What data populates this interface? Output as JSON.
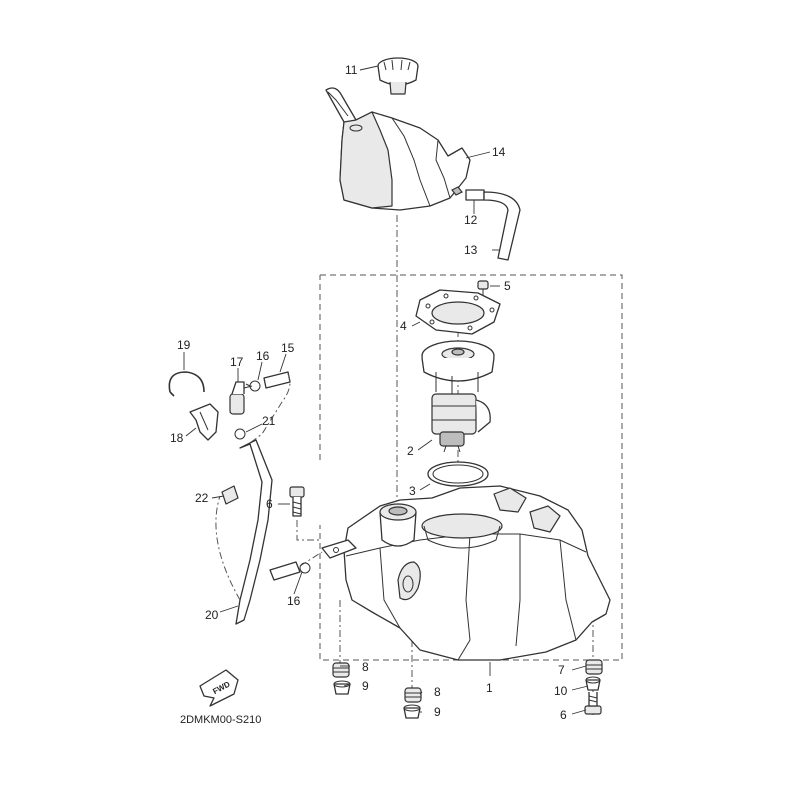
{
  "diagram": {
    "callouts": {
      "c1": "1",
      "c2": "2",
      "c3": "3",
      "c4": "4",
      "c5": "5",
      "c6a": "6",
      "c6b": "6",
      "c7": "7",
      "c8a": "8",
      "c8b": "8",
      "c9a": "9",
      "c9b": "9",
      "c10": "10",
      "c11": "11",
      "c12": "12",
      "c13": "13",
      "c14": "14",
      "c15": "15",
      "c16a": "16",
      "c16b": "16",
      "c17": "17",
      "c18": "18",
      "c19": "19",
      "c20": "20",
      "c21": "21",
      "c22": "22"
    },
    "fwd_label": "FWD",
    "drawing_code": "2DMKM00-S210"
  }
}
